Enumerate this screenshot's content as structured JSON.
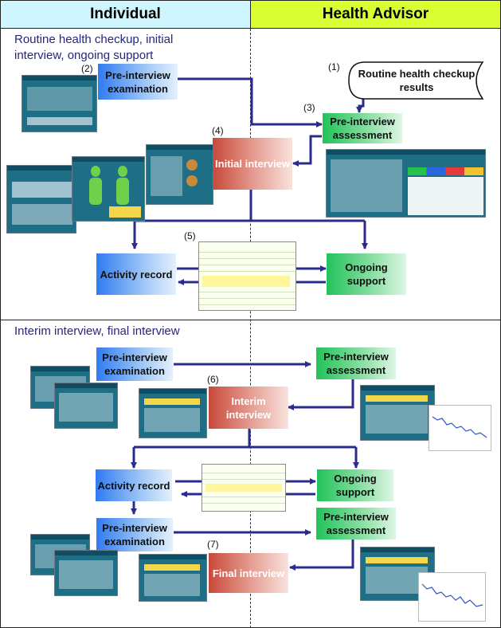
{
  "header": {
    "left": "Individual",
    "right": "Health Advisor",
    "left_bg": "#cff6ff",
    "right_bg": "#d9ff33"
  },
  "sections": {
    "top": "Routine health checkup, initial interview, ongoing support",
    "bottom": "Interim interview, final interview"
  },
  "labels": {
    "n1": "(1)",
    "n2": "(2)",
    "n3": "(3)",
    "n4": "(4)",
    "n5": "(5)",
    "n6": "(6)",
    "n7": "(7)"
  },
  "boxes": {
    "checkup": "Routine health checkup results",
    "pre_exam_1": "Pre-interview examination",
    "pre_assess_1": "Pre-interview assessment",
    "initial": "Initial interview",
    "activity_1": "Activity record",
    "ongoing_1": "Ongoing support",
    "pre_exam_2": "Pre-interview examination",
    "pre_assess_2": "Pre-interview assessment",
    "interim": "Interim interview",
    "activity_2": "Activity record",
    "ongoing_2": "Ongoing support",
    "pre_exam_3": "Pre-interview examination",
    "pre_assess_3": "Pre-interview assessment",
    "final": "Final interview"
  },
  "colors": {
    "arrow": "#2b2b8c",
    "blue": "#2f7bf0",
    "green": "#22c25a",
    "red": "#c74a3a"
  }
}
